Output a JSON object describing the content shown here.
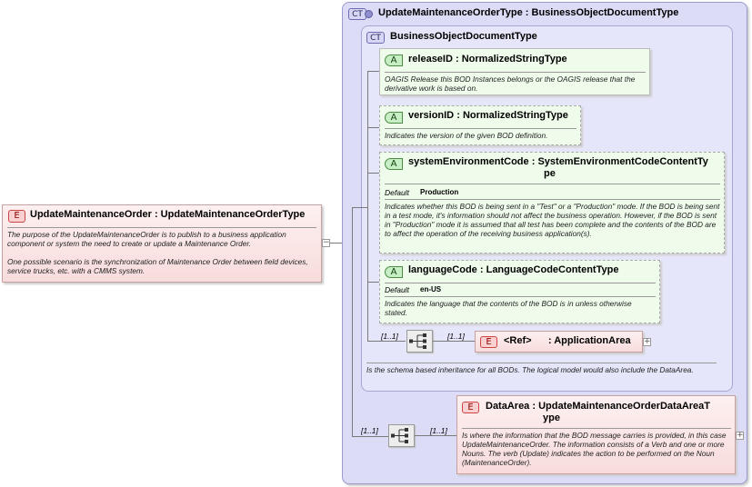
{
  "root": {
    "badge": "E",
    "name": "UpdateMaintenanceOrder",
    "type": "UpdateMaintenanceOrderType",
    "doc1": "The purpose of the UpdateMaintenanceOrder is to publish to a business application component or system the need to create or update a Maintenance Order.",
    "doc2": "One possible scenario is the synchronization of Maintenance Order between field devices, service trucks, etc. with a CMMS system.",
    "collapse_sign": "−"
  },
  "complex_type": {
    "badge": "CT",
    "name": "UpdateMaintenanceOrderType",
    "base": "BusinessObjectDocumentType"
  },
  "base_type": {
    "badge": "CT",
    "name": "BusinessObjectDocumentType",
    "doc": "Is the schema based inheritance for all BODs. The logical model would also include the DataArea."
  },
  "attributes": [
    {
      "badge": "A",
      "name": "releaseID",
      "type": "NormalizedStringType",
      "doc": "OAGIS Release this BOD Instances belongs or the OAGIS release that the derivative work is based on."
    },
    {
      "badge": "A",
      "name": "versionID",
      "type": "NormalizedStringType",
      "doc": "Indicates the version of the given BOD definition."
    },
    {
      "badge": "A",
      "name": "systemEnvironmentCode",
      "type_line1": "SystemEnvironmentCodeContentTy",
      "type_line2": "pe",
      "default_label": "Default",
      "default_value": "Production",
      "doc": "Indicates whether this BOD is being sent in a \"Test\" or a \"Production\" mode. If the BOD is being sent in a test mode, it's information should not affect the business operation. However, if the BOD is sent in \"Production\" mode it is assumed that all test has been complete and the contents of the BOD are to affect the operation of the receiving business application(s)."
    },
    {
      "badge": "A",
      "name": "languageCode",
      "type": "LanguageCodeContentType",
      "default_label": "Default",
      "default_value": "en-US",
      "doc": "Indicates the language that the contents of the BOD is in unless otherwise stated."
    }
  ],
  "application_area": {
    "seq_cardinality": "[1..1]",
    "ref_cardinality": "[1..1]",
    "badge": "E",
    "name": "<Ref>",
    "type": "ApplicationArea",
    "expand_sign": "+"
  },
  "data_area": {
    "seq_cardinality": "[1..1]",
    "elem_cardinality": "[1..1]",
    "badge": "E",
    "name": "DataArea",
    "type_line1": "UpdateMaintenanceOrderDataAreaT",
    "type_line2": "ype",
    "doc": "Is where the information that the BOD message carries is provided, in this case UpdateMaintenanceOrder. The information consists of a Verb and one or more Nouns. The verb (Update) indicates the action to be performed on the Noun (MaintenanceOrder).",
    "expand_sign": "+"
  },
  "colors": {
    "element_fill": "#fbe3e3",
    "attribute_fill": "#effcec",
    "complex_fill": "#dcdcf7",
    "base_fill": "#e4e4fa"
  }
}
